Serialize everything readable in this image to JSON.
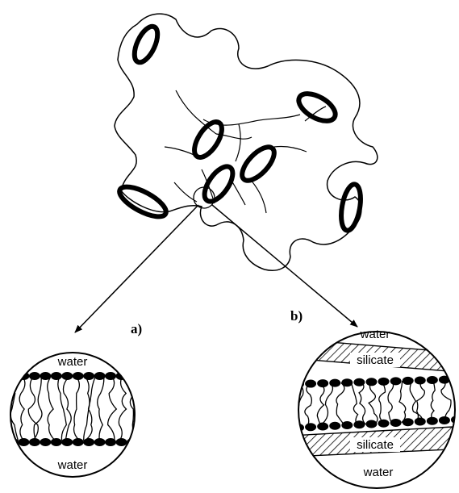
{
  "labels": {
    "panel_a": "a)",
    "panel_b": "b)"
  },
  "inset_a": {
    "top_medium": "water",
    "bottom_medium": "water"
  },
  "inset_b": {
    "top_medium": "water",
    "top_layer": "silicate",
    "bottom_layer": "silicate",
    "bottom_medium": "water"
  },
  "colors": {
    "ink": "#000000",
    "background": "#ffffff"
  }
}
